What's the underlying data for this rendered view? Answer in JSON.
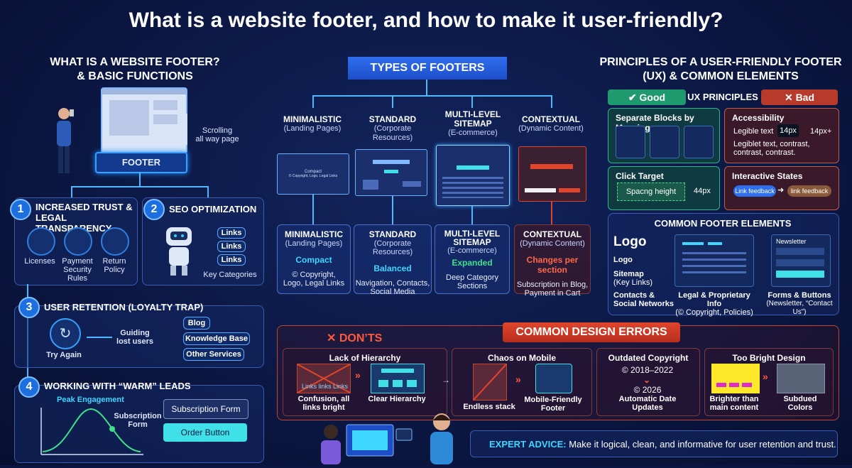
{
  "title": "What is a website footer, and how to make it user-friendly?",
  "left": {
    "heading_l1": "WHAT IS A WEBSITE FOOTER?",
    "heading_l2": "& BASIC FUNCTIONS",
    "scrolling_l1": "Scrolling",
    "scrolling_l2": "all way page",
    "footer_label": "FOOTER",
    "s1": {
      "num": "1",
      "title_l1": "INCREASED TRUST &",
      "title_l2": "LEGAL TRANSPARENCY",
      "items": [
        "Licenses",
        "Payment Security Rules",
        "Return Policy"
      ]
    },
    "s2": {
      "num": "2",
      "title": "SEO OPTIMIZATION",
      "links": [
        "Links",
        "Links",
        "Links"
      ],
      "caption": "Key Categories"
    },
    "s3": {
      "num": "3",
      "title": "USER RETENTION (LOYALTY TRAP)",
      "try_again": "Try Again",
      "guiding_l1": "Guiding",
      "guiding_l2": "lost users",
      "options": [
        "Blog",
        "Knowledge Base",
        "Other Services"
      ]
    },
    "s4": {
      "num": "4",
      "title": "WORKING WITH “WARM” LEADS",
      "peak": "Peak Engagement",
      "sub_l1": "Subscription",
      "sub_l2": "Form",
      "subscription_btn": "Subscription Form",
      "order_btn": "Order Button"
    }
  },
  "middle": {
    "banner": "TYPES OF FOOTERS",
    "types": [
      {
        "name": "MINIMALISTIC",
        "sub": "(Landing Pages)",
        "mock_text": "Compact",
        "mock_sub": "© Copyright, Logo, Legal Links",
        "key": "Compact",
        "key_color": "#3fd6ff",
        "desc_l1": "© Copyright,",
        "desc_l2": "Logo, Legal Links"
      },
      {
        "name": "STANDARD",
        "sub": "(Corporate Resources)",
        "key": "Balanced",
        "key_color": "#3fd6ff",
        "desc_l1": "Navigation, Contacts,",
        "desc_l2": "Social Media"
      },
      {
        "name_l1": "MULTI-LEVEL",
        "name_l2": "SITEMAP",
        "sub": "(E-commerce)",
        "key": "Expanded",
        "key_color": "#3fe08a",
        "desc_l1": "Deep Category",
        "desc_l2": "Sections"
      },
      {
        "name": "CONTEXTUAL",
        "sub": "(Dynamic Content)",
        "key": "Changes per section",
        "key_color": "#ff6a4a",
        "desc_l1": "Subscription in Blog,",
        "desc_l2": "Payment in Cart"
      }
    ],
    "errors": {
      "dont": "✕ DON’TS",
      "banner": "COMMON DESIGN ERRORS",
      "e1": {
        "title": "Lack of Hierarchy",
        "links_text": "Links links Links",
        "bad_l1": "Confusion, all",
        "bad_l2": "links bright",
        "good": "Clear Hierarchy"
      },
      "e2": {
        "title": "Chaos on Mobile",
        "bad": "Endless stack",
        "good_l1": "Mobile-Friendly",
        "good_l2": "Footer"
      },
      "e3": {
        "title": "Outdated Copyright",
        "old": "© 2018–2022",
        "new": "© 2026",
        "good_l1": "Automatic Date",
        "good_l2": "Updates"
      },
      "e4": {
        "title": "Too Bright Design",
        "bad_l1": "Brighter than",
        "bad_l2": "main content",
        "good": "Subdued Colors"
      }
    },
    "advice_label": "EXPERT ADVICE:",
    "advice_text": " Make it logical, clean, and informative for user retention and trust."
  },
  "right": {
    "heading_l1": "PRINCIPLES OF A USER-FRIENDLY FOOTER",
    "heading_l2": "(UX) & COMMON ELEMENTS",
    "good": "✔ Good",
    "ux_principles": "UX PRINCIPLES",
    "bad": "✕ Bad",
    "sep": "Separate Blocks by Meaning",
    "access": {
      "title": "Accessibility",
      "legible": "Legible text",
      "px1": "14px",
      "px2": "14px+",
      "l1": "Legiblet text, contrast,",
      "l2": "contrast, contrast."
    },
    "click": {
      "title": "Click Target",
      "spacing": "Spacng height",
      "px": "44px"
    },
    "states": {
      "title": "Interactive States",
      "a": "Link feedback",
      "b": "link feedback"
    },
    "common": {
      "title": "COMMON FOOTER ELEMENTS",
      "logo_big": "Logo",
      "logo": "Logo",
      "sitemap": "Sitemap",
      "keylinks": "(Key Links)",
      "contacts_l1": "Contacts &",
      "contacts_l2": "Social Networks",
      "legal": "Legal & Proprietary Info",
      "legal_sub": "(© Copyright, Policies)",
      "newsletter": "Newsletter",
      "forms": "Forms & Buttons",
      "forms_sub": "(Newsletter, “Contact Us”)"
    }
  },
  "colors": {
    "accent": "#1e8fff",
    "good": "#2fb58a",
    "bad": "#c45a4a",
    "error": "#e0452c"
  }
}
